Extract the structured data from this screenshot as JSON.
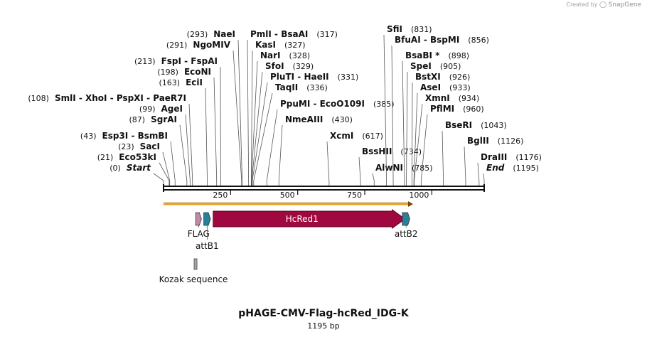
{
  "credit": {
    "prefix": "Created by",
    "brand": "SnapGene"
  },
  "map": {
    "title": "pHAGE-CMV-Flag-hcRed_IDG-K",
    "length_label": "1195 bp",
    "length": 1195,
    "ticks": [
      "250",
      "500",
      "750",
      "1000"
    ],
    "tick_values": [
      250,
      500,
      750,
      1000
    ]
  },
  "sites": [
    {
      "name": "Start",
      "pos": "(0)",
      "value": 0,
      "italic": true
    },
    {
      "name": "Eco53kI",
      "pos": "(21)",
      "value": 21
    },
    {
      "name": "SacI",
      "pos": "(23)",
      "value": 23
    },
    {
      "name": "Esp3I  -  BsmBI",
      "pos": "(43)",
      "value": 43
    },
    {
      "name": "SgrAI",
      "pos": "(87)",
      "value": 87
    },
    {
      "name": "AgeI",
      "pos": "(99)",
      "value": 99
    },
    {
      "name": "SmlI   - XhoI   - PspXI   - PaeR7I",
      "pos": "(108)",
      "value": 108
    },
    {
      "name": "EciI",
      "pos": "(163)",
      "value": 163
    },
    {
      "name": "EcoNI",
      "pos": "(198)",
      "value": 198
    },
    {
      "name": "FspI  -  FspAI",
      "pos": "(213)",
      "value": 213
    },
    {
      "name": "NgoMIV",
      "pos": "(291)",
      "value": 291
    },
    {
      "name": "NaeI",
      "pos": "(293)",
      "value": 293
    },
    {
      "name": "PmlI  -  BsaAI",
      "pos": "(317)",
      "value": 317
    },
    {
      "name": "KasI",
      "pos": "(327)",
      "value": 327
    },
    {
      "name": "NarI",
      "pos": "(328)",
      "value": 328
    },
    {
      "name": "SfoI",
      "pos": "(329)",
      "value": 329
    },
    {
      "name": "PluTI  -  HaeII",
      "pos": "(331)",
      "value": 331
    },
    {
      "name": "TaqII",
      "pos": "(336)",
      "value": 336
    },
    {
      "name": "PpuMI  -  EcoO109I",
      "pos": "(385)",
      "value": 385
    },
    {
      "name": "NmeAIII",
      "pos": "(430)",
      "value": 430
    },
    {
      "name": "XcmI",
      "pos": "(617)",
      "value": 617
    },
    {
      "name": "BssHII",
      "pos": "(734)",
      "value": 734
    },
    {
      "name": "AlwNI",
      "pos": "(785)",
      "value": 785
    },
    {
      "name": "SfiI",
      "pos": "(831)",
      "value": 831
    },
    {
      "name": "BfuAI  -  BspMI",
      "pos": "(856)",
      "value": 856
    },
    {
      "name": "BsaBI *",
      "pos": "(898)",
      "value": 898
    },
    {
      "name": "SpeI",
      "pos": "(905)",
      "value": 905
    },
    {
      "name": "BstXI",
      "pos": "(926)",
      "value": 926
    },
    {
      "name": "AseI",
      "pos": "(933)",
      "value": 933
    },
    {
      "name": "XmnI",
      "pos": "(934)",
      "value": 934
    },
    {
      "name": "PflMI",
      "pos": "(960)",
      "value": 960
    },
    {
      "name": "BseRI",
      "pos": "(1043)",
      "value": 1043
    },
    {
      "name": "BglII",
      "pos": "(1126)",
      "value": 1126
    },
    {
      "name": "DraIII",
      "pos": "(1176)",
      "value": 1176
    },
    {
      "name": "End",
      "pos": "(1195)",
      "value": 1195,
      "italic": true
    }
  ],
  "features": [
    {
      "name": "HcRed1",
      "start": 185,
      "end": 900,
      "color": "#a0093f",
      "direction": "forward"
    },
    {
      "name": "FLAG",
      "start": 120,
      "end": 140,
      "color": "#c08aa8",
      "direction": "forward"
    },
    {
      "name": "attB1",
      "start": 150,
      "end": 175,
      "color": "#2a7f99",
      "direction": "forward"
    },
    {
      "name": "attB2",
      "start": 890,
      "end": 918,
      "color": "#2a7f99",
      "direction": "forward"
    },
    {
      "name": "Kozak sequence",
      "start": 114,
      "end": 122,
      "color": "#a8a8a8",
      "direction": "none"
    }
  ],
  "orf_color": "#f0a020",
  "orf_end": 930
}
